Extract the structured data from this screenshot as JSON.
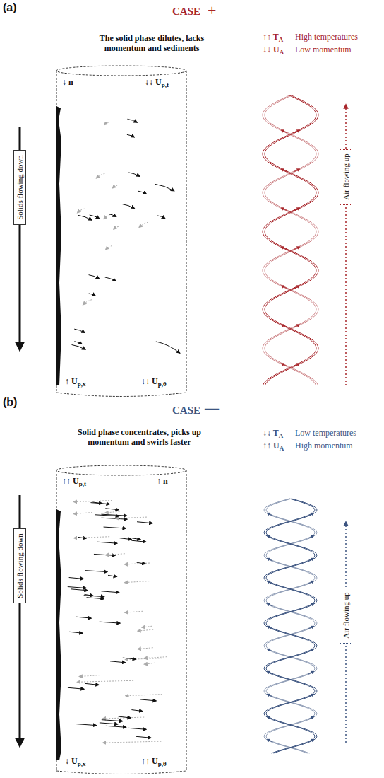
{
  "diagram": {
    "nodes": [
      {
        "text": [
          "Solids flowing down"
        ]
      },
      {
        "text": [
          "Air flowing up"
        ]
      },
      {
        "text": [
          "Solids flowing down"
        ]
      },
      {
        "text": [
          "Air flowing up"
        ]
      }
    ],
    "labels": [
      "(a)",
      "CASE",
      "+",
      "The solid phase dilutes, lacks momentum and sediments",
      "↑↑ TA",
      "High temperatures",
      "↓↓ UA",
      "Low momentum",
      "↓ n",
      "↓↓ Up,t",
      "↑ Up,x",
      "↓↓ Up,θ",
      "(b)",
      "CASE",
      "—",
      "Solid phase concentrates, picks up momentum and swirls faster",
      "↓↓ TA",
      "Low temperatures",
      "↑↑ UA",
      "High momentum",
      "↑↑ Up,t",
      "↑ n",
      "↓ Up,x",
      "↑↑ Up,θ"
    ]
  }
}
